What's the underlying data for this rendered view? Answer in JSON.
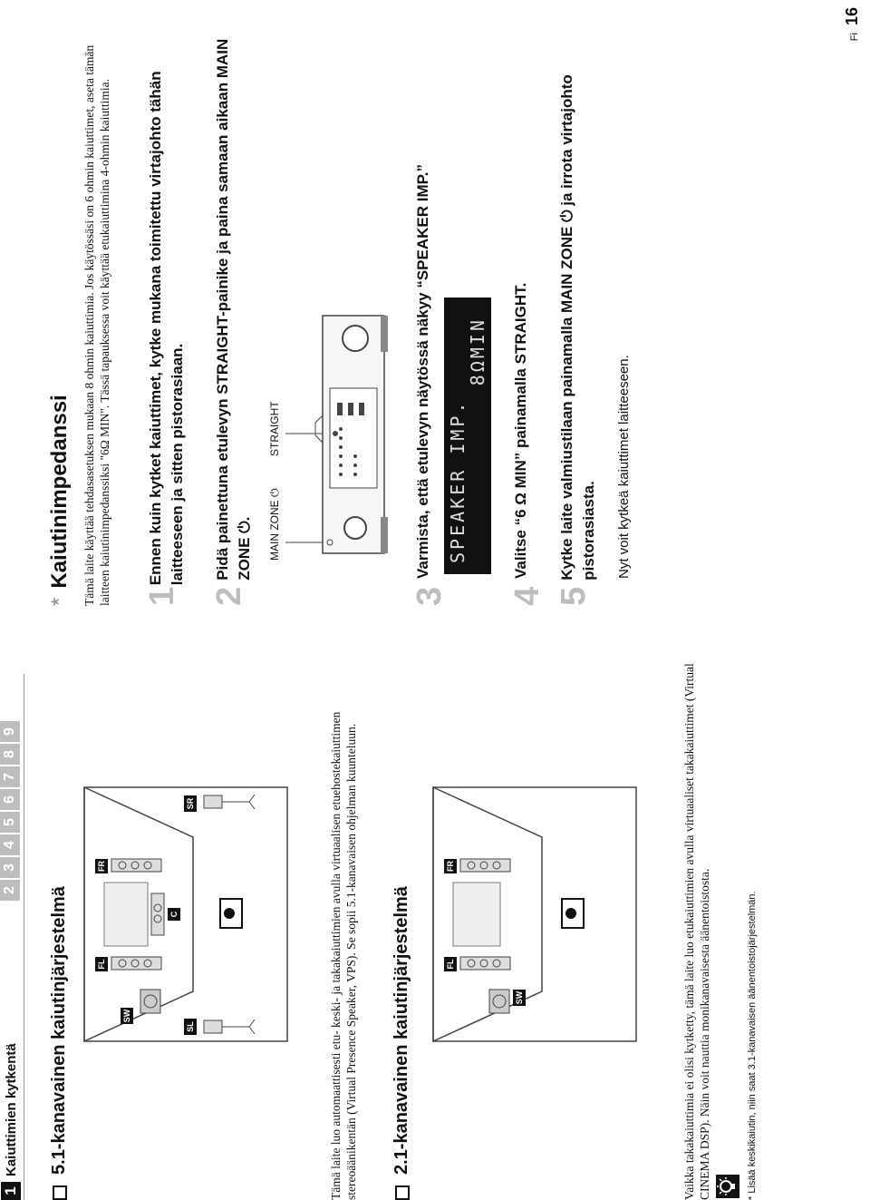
{
  "header": {
    "chapter_num": "1",
    "chapter_title": "Kaiuttimien kytkentä",
    "nav": [
      "2",
      "3",
      "4",
      "5",
      "6",
      "7",
      "8",
      "9"
    ]
  },
  "left": {
    "sec1": {
      "title": "5.1-kanavainen kaiutinjärjestelmä",
      "labels": {
        "sl": "SL",
        "sw": "SW",
        "fl": "FL",
        "c": "C",
        "fr": "FR",
        "sr": "SR"
      },
      "text": "Tämä laite luo automaattisesti etu- keski- ja takakaiuttimien avulla virtuaalisen etuehostekaiuttimen stereoäänikentän (Virtual Presence Speaker, VPS). Se sopii 5.1-kanavaisen ohjelman kuunteluun."
    },
    "sec2": {
      "title": "2.1-kanavainen kaiutinjärjestelmä",
      "labels": {
        "sw": "SW",
        "fl": "FL",
        "fr": "FR"
      },
      "text": "Vaikka takakaiuttimia ei olisi kytketty, tämä laite luo etukaiuttimien avulla virtuaaliset takakaiuttimet (Virtual CINEMA DSP). Näin voit nauttia monikanavaisesta äänentoistosta."
    },
    "footnote": "* Lisää keskikaiutin, niin saat 3.1-kanavaisen äänentoistojärjestelmän."
  },
  "right": {
    "title": "Kaiutinimpedanssi",
    "intro": "Tämä laite käyttää tehdasasetuksen mukaan 8 ohmin kaiuttimia. Jos käytössäsi on 6 ohmin kaiuttimet, aseta tämän laitteen kaiutinimpedanssiksi \"6Ω MIN\". Tässä tapauksessa voit käyttää etukaiuttimina 4-ohmin kaiuttimia.",
    "steps": [
      {
        "num": "1",
        "text": "Ennen kuin kytket kaiuttimet, kytke mukana toimitettu virtajohto tähän laitteeseen ja sitten pistorasiaan."
      },
      {
        "num": "2",
        "text": "Pidä painettuna etulevyn STRAIGHT-painike ja paina samaan aikaan MAIN ZONE ⏻."
      },
      {
        "num": "3",
        "text": "Varmista, että etulevyn näytössä näkyy “SPEAKER IMP.”"
      },
      {
        "num": "4",
        "text": "Valitse “6 Ω MIN” painamalla STRAIGHT."
      },
      {
        "num": "5",
        "text": "Kytke laite valmiustilaan painamalla MAIN ZONE ⏻ ja irrota virtajohto pistorasiasta."
      }
    ],
    "step5_note": "Nyt voit kytkeä kaiuttimet laitteeseen.",
    "device_labels": {
      "main_zone": "MAIN ZONE ⏻",
      "straight": "STRAIGHT"
    },
    "display": {
      "line1": "SPEAKER IMP.",
      "line2": "8ΩMIN"
    }
  },
  "footer": {
    "lang": "Fi",
    "page": "16"
  }
}
